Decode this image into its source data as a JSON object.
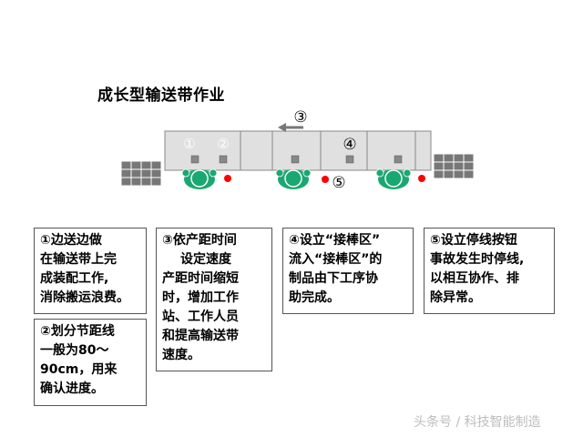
{
  "title": "成长型输送带作业",
  "diagram": {
    "markers": {
      "m1": "①",
      "m2": "②",
      "m3": "③",
      "m4": "④",
      "m5": "⑤"
    },
    "conveyor_color": "#e0e0e0",
    "worker_color": "#1aa872",
    "stop_button_color": "#ff0000"
  },
  "notes": [
    {
      "lines": [
        "①边送边做",
        "在输送带上完",
        "成装配工作,",
        "消除搬运浪费。"
      ]
    },
    {
      "lines": [
        "②划分节距线",
        "一般为80～",
        "90cm，用来",
        "确认进度。"
      ]
    },
    {
      "lines": [
        "③依产距时间",
        "设定速度",
        "产距时间缩短",
        "时，增加工作",
        "站、工作人员",
        "和提高输送带",
        "速度。"
      ]
    },
    {
      "lines": [
        "④设立“接棒区”",
        "流入“接棒区”的",
        "制品由下工序协",
        "助完成。"
      ]
    },
    {
      "lines": [
        "⑤设立停线按钮",
        "事故发生时停线,",
        "以相互协作、排",
        "除异常。"
      ]
    }
  ],
  "watermark": "头条号 / 科技智能制造"
}
